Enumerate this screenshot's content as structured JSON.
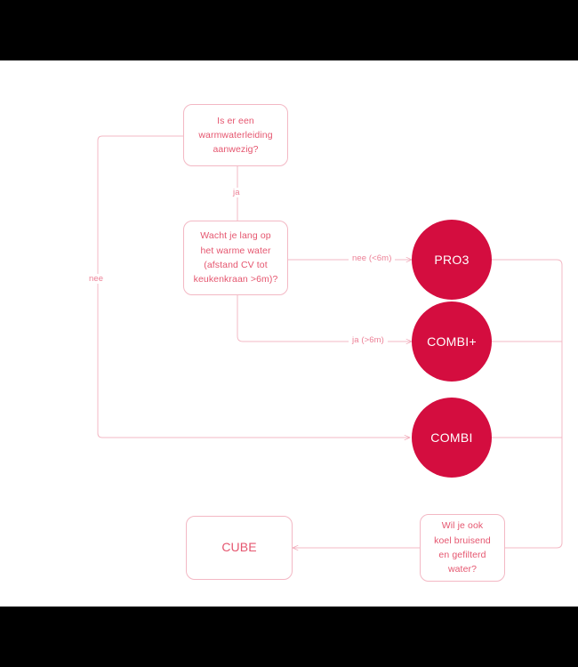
{
  "meta": {
    "background": "#000000",
    "canvas_background": "#ffffff",
    "line_color": "#f3b8c4",
    "box_text_color": "#e5566f",
    "circle_fill": "#d40d3f",
    "circle_text_color": "#ffffff",
    "label_color": "#ec7f95"
  },
  "diagram": {
    "type": "flowchart",
    "language": "nl",
    "nodes": [
      {
        "id": "q1",
        "shape": "rounded-rect",
        "label": "Is er een warmwaterleiding aanwezig?",
        "lines": [
          "Is er een",
          "warmwaterleiding",
          "aanwezig?"
        ]
      },
      {
        "id": "q2",
        "shape": "rounded-rect",
        "label": "Wacht je lang op het warme water (afstand CV tot keukenkraan >6m)?",
        "lines": [
          "Wacht je lang op",
          "het warme water",
          "(afstand CV tot",
          "keukenkraan >6m)?"
        ]
      },
      {
        "id": "pro3",
        "shape": "circle",
        "label": "PRO3"
      },
      {
        "id": "combiplus",
        "shape": "circle",
        "label": "COMBI+"
      },
      {
        "id": "combi",
        "shape": "circle",
        "label": "COMBI"
      },
      {
        "id": "q3",
        "shape": "rounded-rect",
        "label": "Wil je ook koel bruisend en gefilterd water?",
        "lines": [
          "Wil je ook",
          "koel bruisend",
          "en gefilterd",
          "water?"
        ]
      },
      {
        "id": "cube",
        "shape": "rounded-rect",
        "label": "CUBE"
      }
    ],
    "edges": [
      {
        "id": "e-q1-q2",
        "from": "q1",
        "to": "q2",
        "label": "ja"
      },
      {
        "id": "e-q1-combi",
        "from": "q1",
        "to": "combi",
        "label": "nee"
      },
      {
        "id": "e-q2-pro3",
        "from": "q2",
        "to": "pro3",
        "label": "nee (<6m)"
      },
      {
        "id": "e-q2-combiplus",
        "from": "q2",
        "to": "combiplus",
        "label": "ja (>6m)"
      },
      {
        "id": "e-pro3-q3",
        "from": "pro3",
        "to": "q3",
        "label": ""
      },
      {
        "id": "e-combiplus-q3",
        "from": "combiplus",
        "to": "q3",
        "label": ""
      },
      {
        "id": "e-combi-q3",
        "from": "combi",
        "to": "q3",
        "label": ""
      },
      {
        "id": "e-q3-cube",
        "from": "q3",
        "to": "cube",
        "label": ""
      }
    ]
  }
}
